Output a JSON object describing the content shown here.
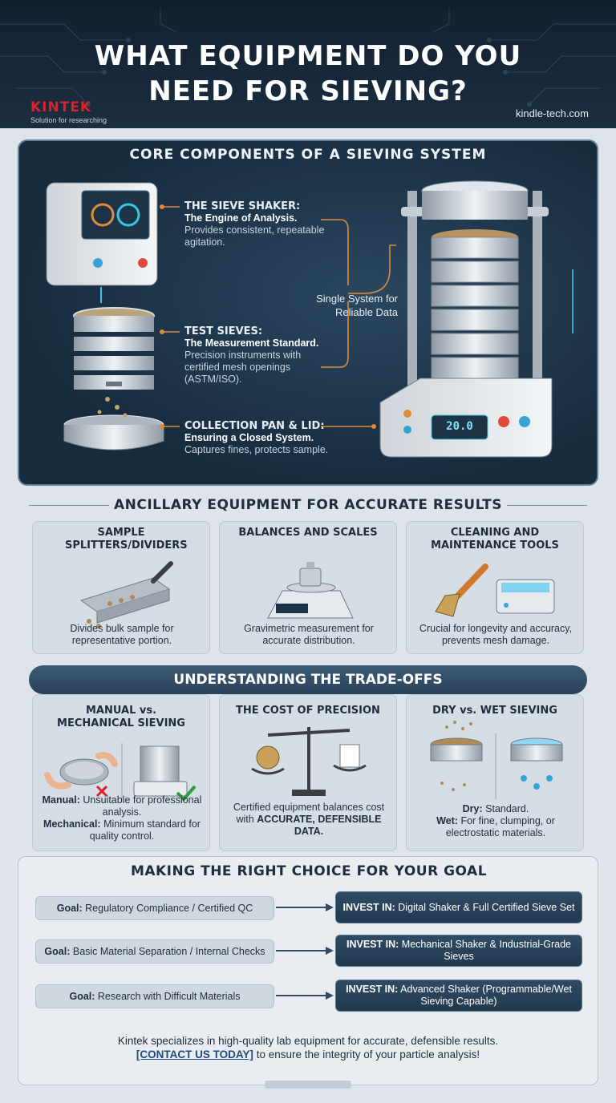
{
  "header": {
    "title_line1": "WHAT EQUIPMENT DO YOU",
    "title_line2": "NEED FOR SIEVING?",
    "brand": "KINTEK",
    "brand_tagline": "Solution for researching",
    "site": "kindle-tech.com"
  },
  "core": {
    "title": "CORE COMPONENTS OF A SIEVING SYSTEM",
    "center_label": "Single System for Reliable Data",
    "shaker_display": "20.0",
    "items": [
      {
        "heading": "THE SIEVE SHAKER:",
        "subheading": "The Engine of Analysis.",
        "desc": "Provides consistent, repeatable agitation."
      },
      {
        "heading": "TEST SIEVES:",
        "subheading": "The Measurement Standard.",
        "desc": "Precision instruments with certified mesh openings (ASTM/ISO)."
      },
      {
        "heading": "COLLECTION PAN & LID:",
        "subheading": "Ensuring a Closed System.",
        "desc": "Captures fines, protects sample."
      }
    ]
  },
  "ancillary": {
    "title": "ANCILLARY EQUIPMENT FOR ACCURATE RESULTS",
    "cards": [
      {
        "title": "SAMPLE SPLITTERS/DIVIDERS",
        "desc": "Divides bulk sample for representative portion."
      },
      {
        "title": "BALANCES AND SCALES",
        "desc": "Gravimetric measurement for accurate distribution."
      },
      {
        "title": "CLEANING AND MAINTENANCE TOOLS",
        "desc": "Crucial for longevity and accuracy, prevents mesh damage."
      }
    ]
  },
  "tradeoffs": {
    "title": "UNDERSTANDING THE TRADE-OFFS",
    "cards": [
      {
        "title": "MANUAL vs. MECHANICAL SIEVING",
        "line1_label": "Manual:",
        "line1": "Unsuitable for professional analysis.",
        "line2_label": "Mechanical:",
        "line2": "Minimum standard for quality control."
      },
      {
        "title": "THE COST OF PRECISION",
        "desc_plain": "Certified equipment balances cost with",
        "desc_bold": "ACCURATE, DEFENSIBLE DATA."
      },
      {
        "title": "DRY vs. WET SIEVING",
        "line1_label": "Dry:",
        "line1": "Standard.",
        "line2_label": "Wet:",
        "line2": "For fine, clumping, or electrostatic materials."
      }
    ]
  },
  "goals": {
    "title": "MAKING THE RIGHT CHOICE FOR YOUR GOAL",
    "rows": [
      {
        "goal_label": "Goal:",
        "goal": "Regulatory Compliance / Certified QC",
        "invest_label": "INVEST IN:",
        "invest": "Digital Shaker & Full Certified Sieve Set"
      },
      {
        "goal_label": "Goal:",
        "goal": "Basic Material Separation / Internal Checks",
        "invest_label": "INVEST IN:",
        "invest": "Mechanical Shaker & Industrial-Grade Sieves"
      },
      {
        "goal_label": "Goal:",
        "goal": "Research with Difficult Materials",
        "invest_label": "INVEST IN:",
        "invest": "Advanced Shaker (Programmable/Wet Sieving Capable)"
      }
    ]
  },
  "footer": {
    "line1": "Kintek specializes in high-quality lab equipment for accurate, defensible results.",
    "cta": "[CONTACT US TODAY]",
    "line2": "to ensure the integrity of your particle analysis!"
  },
  "colors": {
    "accent": "#e08a3c",
    "brand": "#d9222a",
    "navy": "#1b2d40",
    "glow": "#37c6e6"
  }
}
